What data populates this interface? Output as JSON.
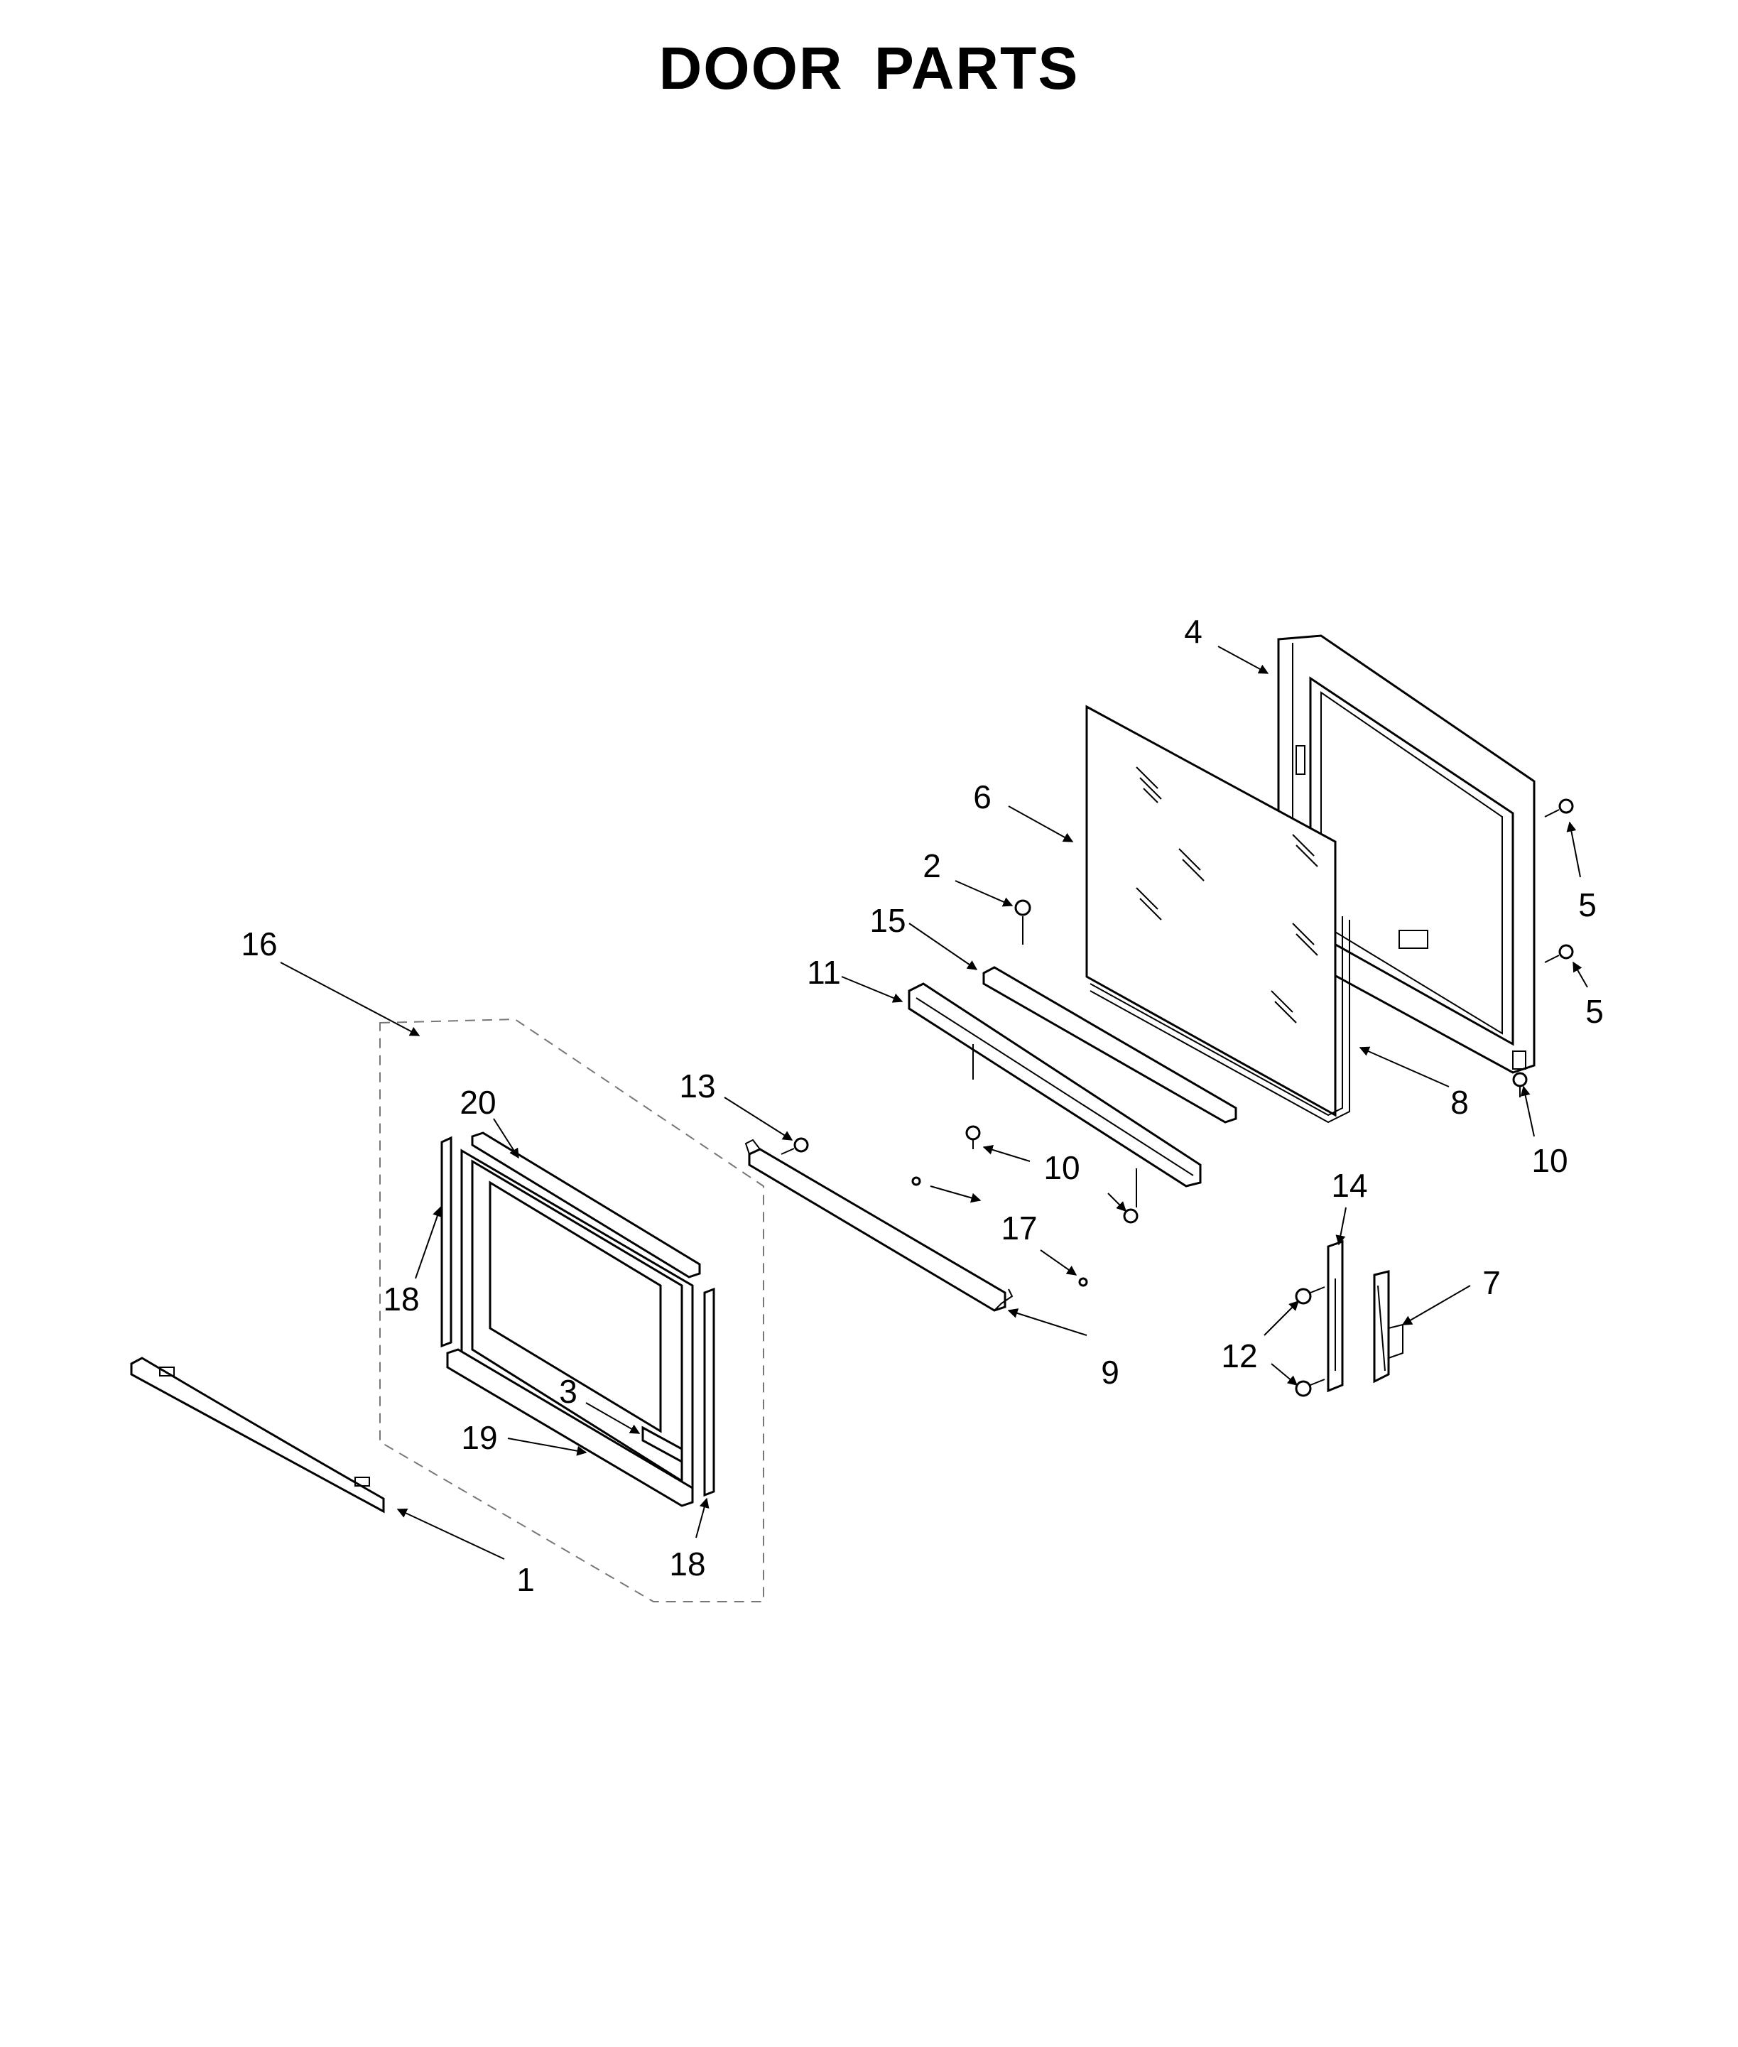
{
  "title": "DOOR PARTS",
  "callouts": [
    {
      "id": "c1",
      "label": "1"
    },
    {
      "id": "c2",
      "label": "2"
    },
    {
      "id": "c3",
      "label": "3"
    },
    {
      "id": "c4",
      "label": "4"
    },
    {
      "id": "c5a",
      "label": "5"
    },
    {
      "id": "c5b",
      "label": "5"
    },
    {
      "id": "c6",
      "label": "6"
    },
    {
      "id": "c7",
      "label": "7"
    },
    {
      "id": "c8",
      "label": "8"
    },
    {
      "id": "c9",
      "label": "9"
    },
    {
      "id": "c10a",
      "label": "10"
    },
    {
      "id": "c10b",
      "label": "10"
    },
    {
      "id": "c11",
      "label": "11"
    },
    {
      "id": "c12",
      "label": "12"
    },
    {
      "id": "c13",
      "label": "13"
    },
    {
      "id": "c14",
      "label": "14"
    },
    {
      "id": "c15",
      "label": "15"
    },
    {
      "id": "c16",
      "label": "16"
    },
    {
      "id": "c17",
      "label": "17"
    },
    {
      "id": "c18a",
      "label": "18"
    },
    {
      "id": "c18b",
      "label": "18"
    },
    {
      "id": "c19",
      "label": "19"
    },
    {
      "id": "c20",
      "label": "20"
    }
  ]
}
